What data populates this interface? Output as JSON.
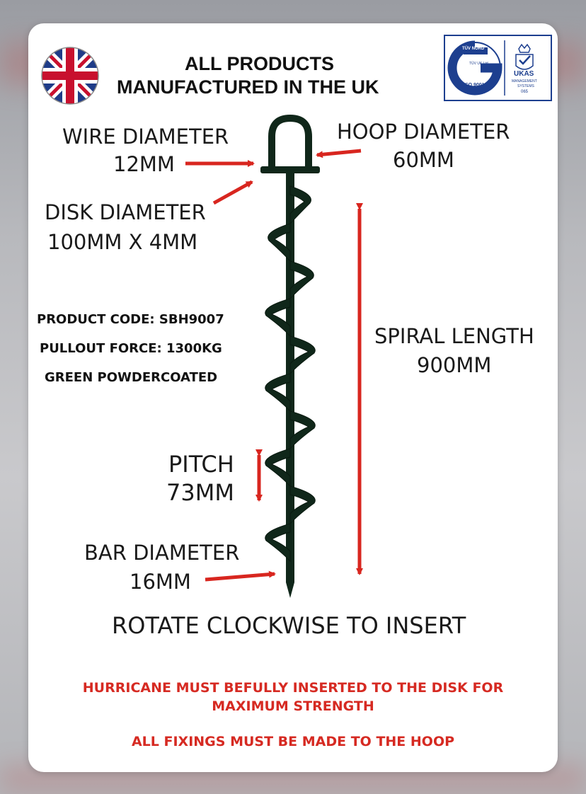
{
  "header": {
    "line1": "ALL PRODUCTS",
    "line2": "MANUFACTURED IN THE UK"
  },
  "certification": {
    "tuv_top": "TÜV NORD",
    "tuv_small": "TÜV UK Ltd",
    "iso": "ISO 9001",
    "ukas": "UKAS",
    "ukas_sub1": "MANAGEMENT",
    "ukas_sub2": "SYSTEMS",
    "ukas_code": "065"
  },
  "labels": {
    "wire_diameter": "WIRE DIAMETER",
    "wire_value": "12MM",
    "hoop_diameter": "HOOP DIAMETER",
    "hoop_value": "60MM",
    "disk_diameter": "DISK DIAMETER",
    "disk_value": "100MM X 4MM",
    "spiral_length": "SPIRAL LENGTH",
    "spiral_value": "900MM",
    "pitch": "PITCH",
    "pitch_value": "73MM",
    "bar_diameter": "BAR DIAMETER",
    "bar_value": "16MM"
  },
  "specs": [
    "PRODUCT CODE: SBH9007",
    "PULLOUT FORCE: 1300KG",
    "GREEN POWDERCOATED"
  ],
  "instruction": "ROTATE CLOCKWISE TO INSERT",
  "warnings": {
    "line1": "HURRICANE MUST BEFULLY INSERTED TO THE DISK FOR",
    "line2": "MAXIMUM STRENGTH",
    "line3": "ALL FIXINGS MUST BE MADE TO THE HOOP"
  },
  "colors": {
    "arrow_red": "#d8261f",
    "warning_red": "#d62a22",
    "product_green": "#10271a",
    "cert_blue": "#1d3f8f"
  },
  "icons": [
    "uk-flag-icon",
    "tuv-iso9001-logo",
    "ukas-crown-logo"
  ]
}
